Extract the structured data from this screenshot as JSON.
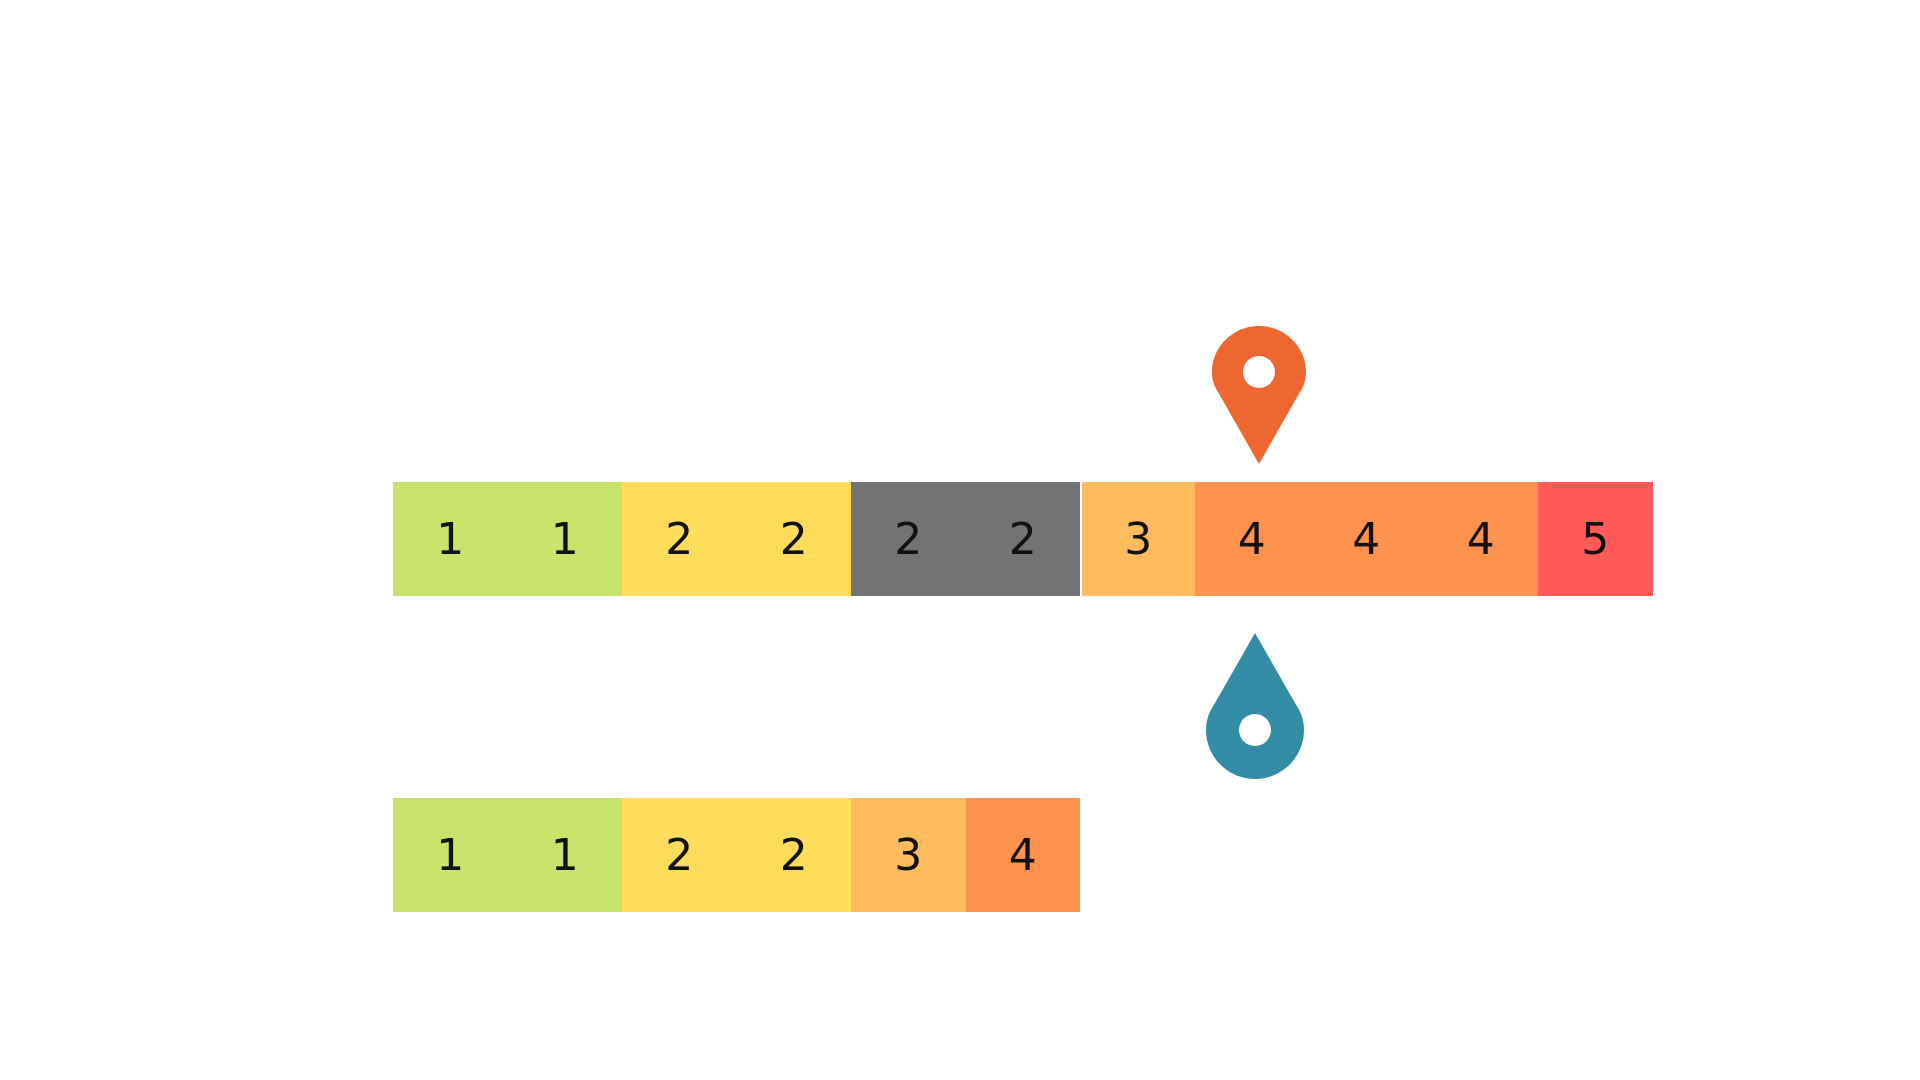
{
  "rows": {
    "top": [
      {
        "label": "1",
        "color": "#c8e26a"
      },
      {
        "label": "1",
        "color": "#c8e26a"
      },
      {
        "label": "2",
        "color": "#ffdc5c"
      },
      {
        "label": "2",
        "color": "#ffdc5c"
      },
      {
        "label": "2",
        "color": "#737373"
      },
      {
        "label": "2",
        "color": "#737373"
      },
      {
        "label": "3",
        "color": "#ffbb5c"
      },
      {
        "label": "4",
        "color": "#ff924c"
      },
      {
        "label": "4",
        "color": "#ff924c"
      },
      {
        "label": "4",
        "color": "#ff924c"
      },
      {
        "label": "5",
        "color": "#ff5a57"
      }
    ],
    "bottom": [
      {
        "label": "1",
        "color": "#c8e26a"
      },
      {
        "label": "1",
        "color": "#c8e26a"
      },
      {
        "label": "2",
        "color": "#ffdc5c"
      },
      {
        "label": "2",
        "color": "#ffdc5c"
      },
      {
        "label": "3",
        "color": "#ffbb5c"
      },
      {
        "label": "4",
        "color": "#ff924c"
      }
    ]
  },
  "markers": {
    "top": {
      "icon": "map-pin-icon",
      "color": "#ee6630",
      "points_to_index": 7
    },
    "bottom": {
      "icon": "map-pin-inverted-icon",
      "color": "#338ca5",
      "points_to_index": 7
    }
  }
}
